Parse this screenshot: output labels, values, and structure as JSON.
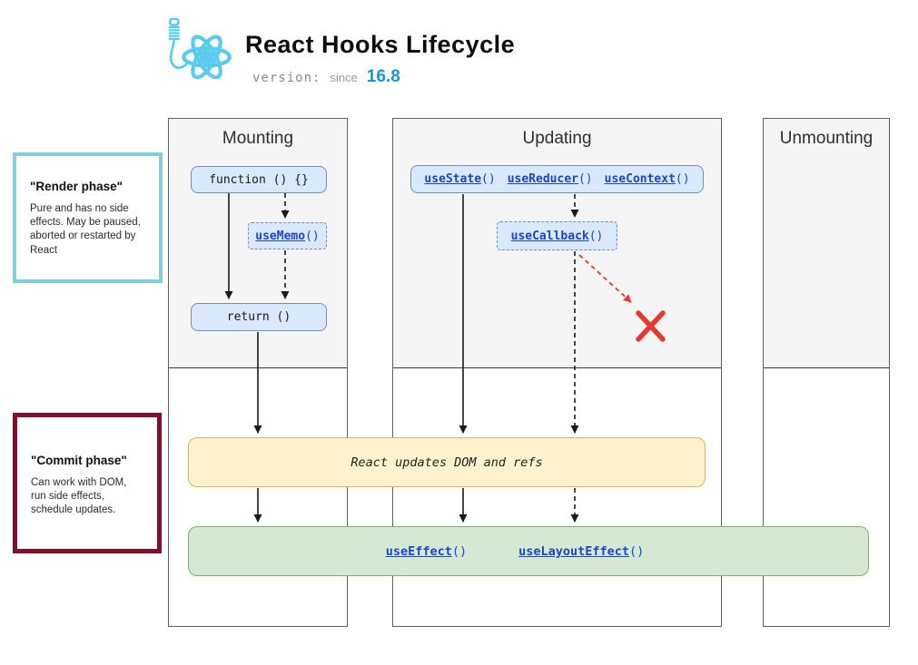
{
  "header": {
    "title": "React Hooks Lifecycle",
    "version_label": "version:",
    "since_label": "since",
    "version_value": "16.8"
  },
  "annotations": {
    "render_phase": {
      "title": "\"Render phase\"",
      "body": "Pure and has no side effects. May be paused, aborted or restarted by React"
    },
    "commit_phase": {
      "title": "\"Commit phase\"",
      "body": "Can work with DOM, run side effects, schedule updates."
    }
  },
  "columns": [
    {
      "id": "mounting",
      "label": "Mounting"
    },
    {
      "id": "updating",
      "label": "Updating"
    },
    {
      "id": "unmounting",
      "label": "Unmounting"
    }
  ],
  "nodes": {
    "function_box": {
      "label": "function () {}"
    },
    "use_memo": {
      "label": "useMemo()"
    },
    "return_box": {
      "label": "return ()"
    },
    "use_state": {
      "label": "useState()"
    },
    "use_reducer": {
      "label": "useReducer()"
    },
    "use_context": {
      "label": "useContext()"
    },
    "use_callback": {
      "label": "useCallback()"
    },
    "react_updates": {
      "label": "React updates DOM and refs"
    },
    "use_effect": {
      "label": "useEffect()"
    },
    "use_layout_effect": {
      "label": "useLayoutEffect()"
    }
  },
  "icons": {
    "logo": "react-atom-with-crochet-hook-icon",
    "rejection": "red-x-icon"
  },
  "colors": {
    "node_fill": "#dae8fc",
    "node_border": "#6c8ebf",
    "yellow_fill": "#fff2cc",
    "yellow_border": "#d6b656",
    "green_fill": "#d5e8d4",
    "green_border": "#82b366",
    "link_blue": "#1b46c5",
    "logo_blue": "#59cbee",
    "version_blue": "#1598d6",
    "render_phase_border": "#85cede",
    "commit_phase_border": "#7f1228",
    "column_background": "#f5f5f5",
    "rejection_red": "#e8382a"
  }
}
